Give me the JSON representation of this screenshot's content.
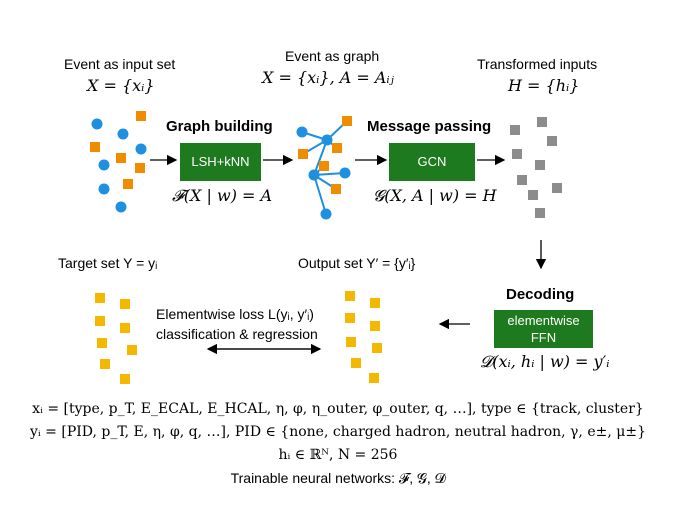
{
  "stage1": {
    "title": "Event as input set",
    "math": "X = {xᵢ}"
  },
  "stage2": {
    "title": "Event as graph",
    "math": "X = {xᵢ}, A = Aᵢⱼ"
  },
  "stage3": {
    "title": "Transformed inputs",
    "math": "H = {hᵢ}"
  },
  "graph_building": {
    "title": "Graph building",
    "box": "LSH+kNN",
    "formula": "𝓕(X | w) = A"
  },
  "message_passing": {
    "title": "Message passing",
    "box": "GCN",
    "formula": "𝓖(X, A | w) = H"
  },
  "decoding": {
    "title": "Decoding",
    "box_line1": "elementwise",
    "box_line2": "FFN",
    "formula": "𝓓(xᵢ, hᵢ | w) = y′ᵢ"
  },
  "target": {
    "label": "Target set Y = yᵢ"
  },
  "output": {
    "label": "Output set Y′ = {y′ᵢ}"
  },
  "loss": {
    "line1": "Elementwise loss L(yᵢ, y′ᵢ)",
    "line2": "classification & regression"
  },
  "footer": {
    "line1": "xᵢ = [type, p_T, E_ECAL, E_HCAL, η, φ, η_outer, φ_outer, q, …], type ∈ {track, cluster}",
    "line2": "yᵢ = [PID, p_T, E, η, φ, q, …], PID ∈ {none, charged hadron, neutral hadron, γ, e±, μ±}",
    "line3": "hᵢ ∈ ℝᴺ, N = 256",
    "line4": "Trainable neural networks: 𝓕, 𝓖, 𝓓"
  },
  "colors": {
    "box_green": "#1e7a1e",
    "node_blue": "#1f8fe0",
    "node_orange": "#f08c00",
    "node_gray": "#8c8c8c",
    "node_yellow": "#f5b800"
  }
}
